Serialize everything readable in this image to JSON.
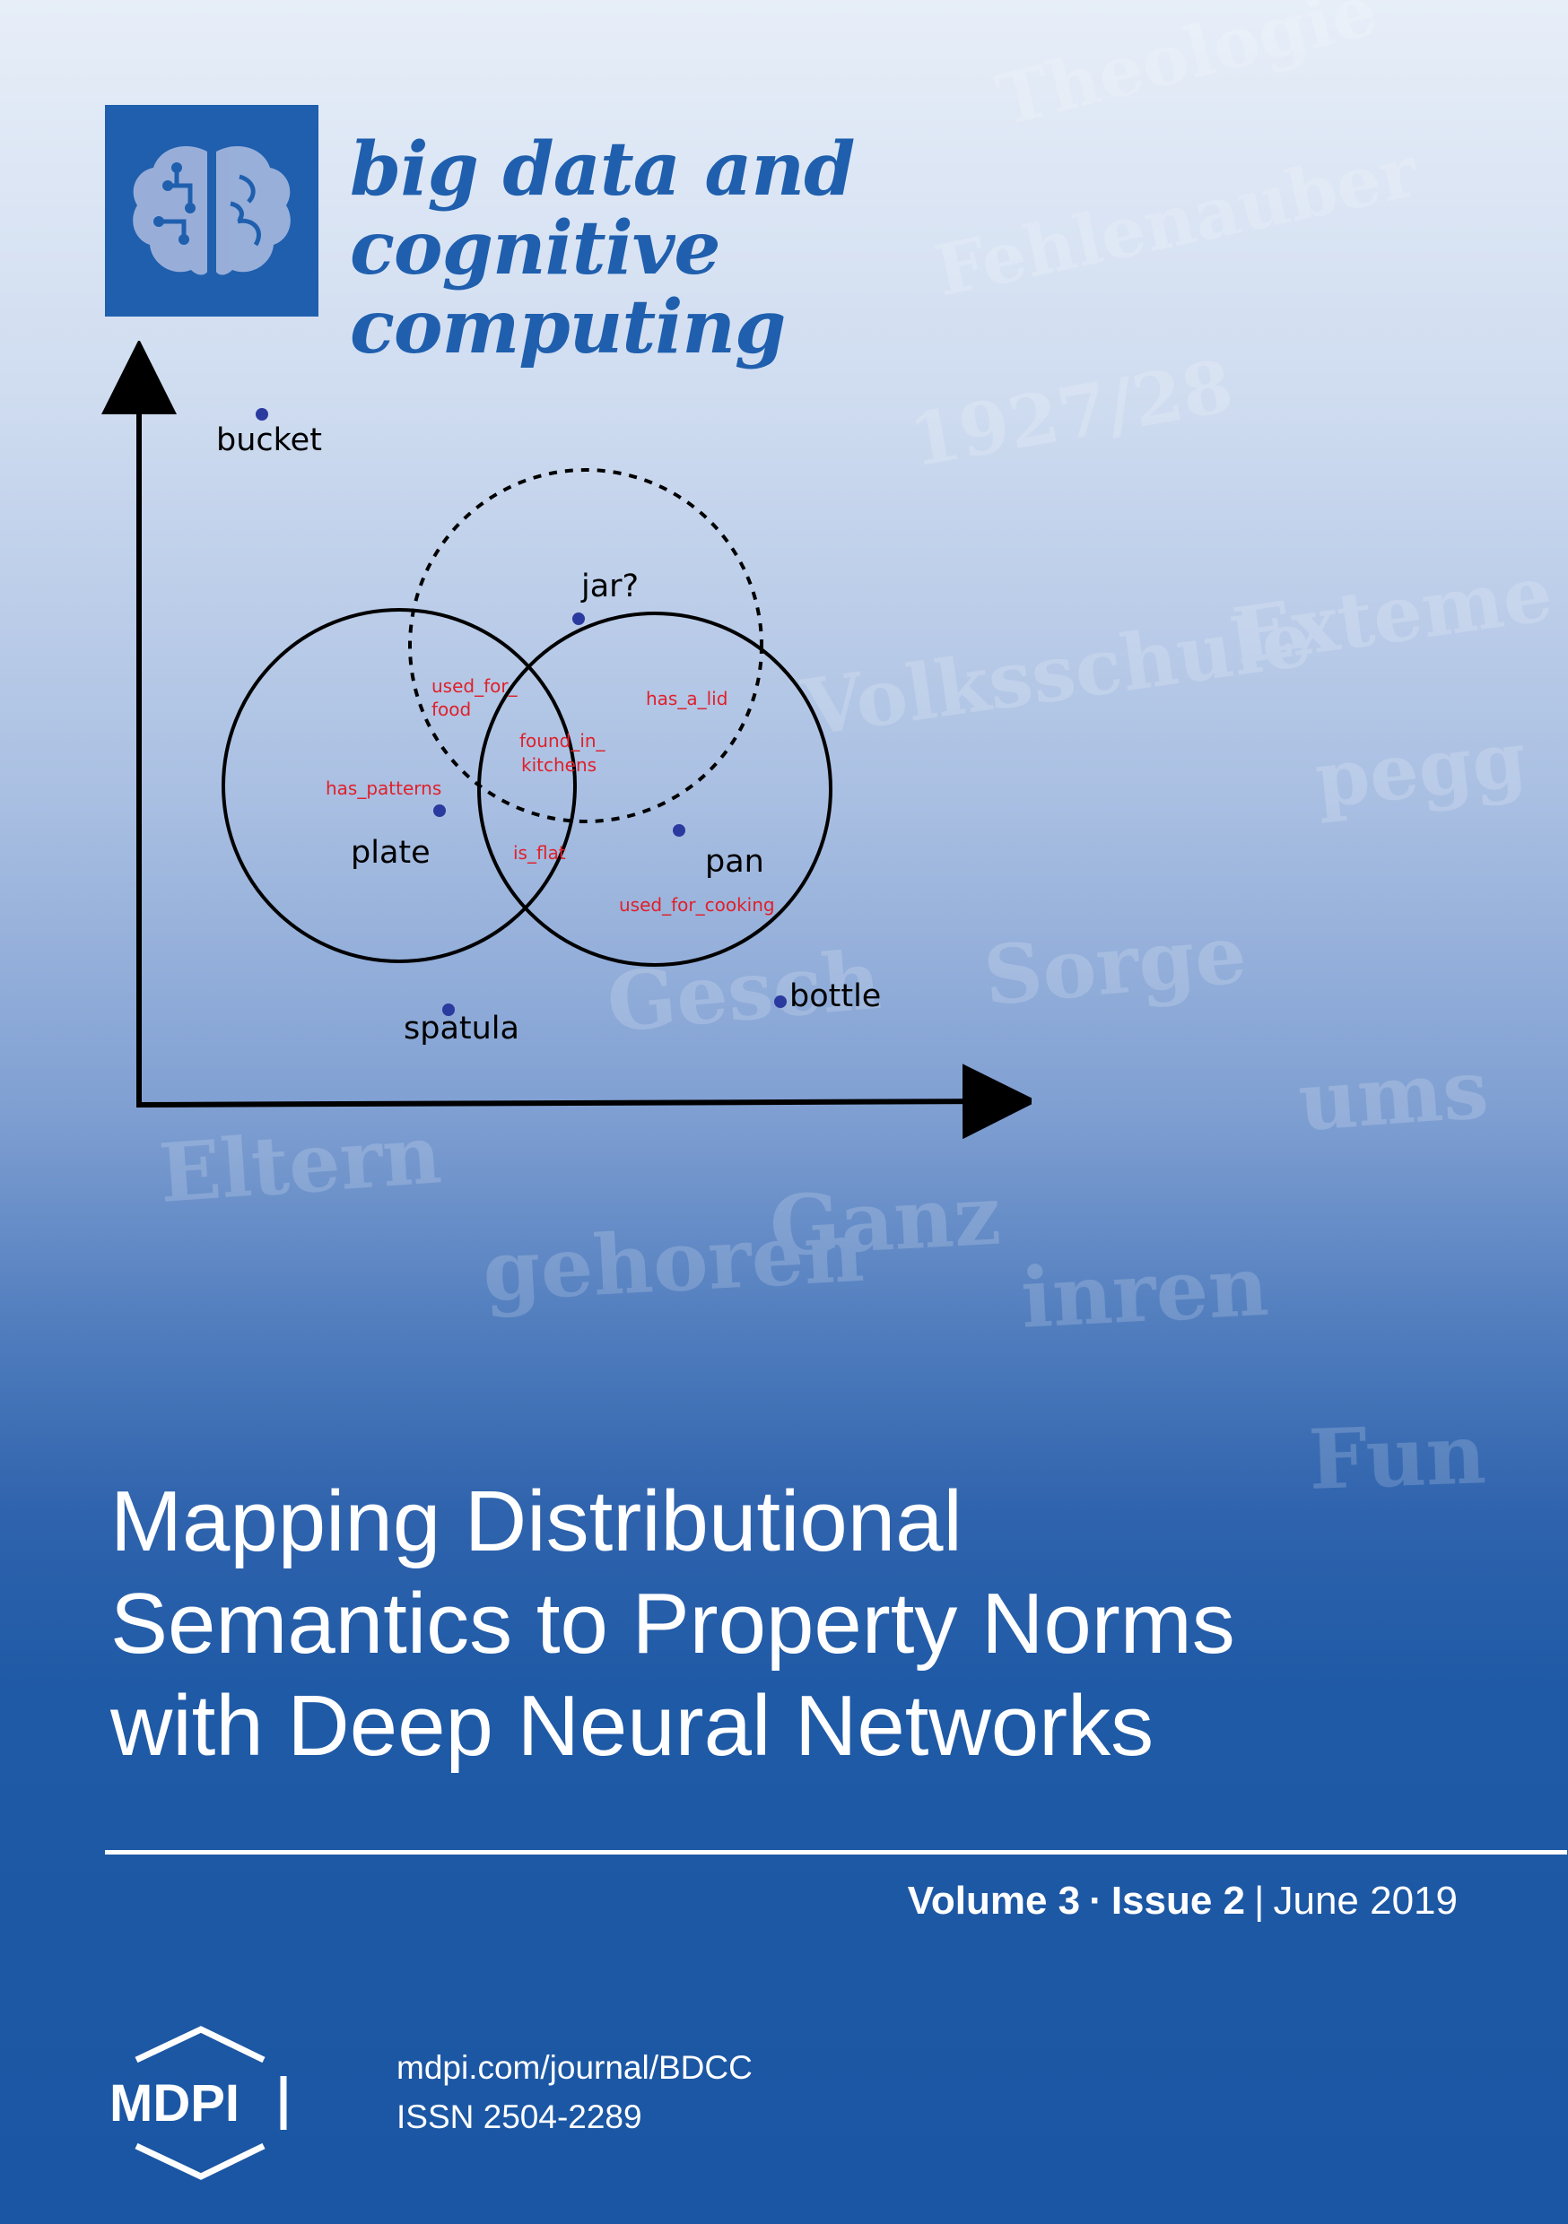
{
  "journal": {
    "name_line1": "big data and",
    "name_line2": "cognitive computing",
    "logo_icon": "brain-circuit-icon"
  },
  "diagram": {
    "words": [
      "bucket",
      "jar?",
      "plate",
      "pan",
      "bottle",
      "spatula"
    ],
    "properties": [
      "used_for_food",
      "has_a_lid",
      "found_in_kitchens",
      "has_patterns",
      "is_flat",
      "used_for_cooking"
    ],
    "labels": {
      "bucket": "bucket",
      "jar": "jar?",
      "plate": "plate",
      "pan": "pan",
      "bottle": "bottle",
      "spatula": "spatula",
      "used_for_food_1": "used_for_",
      "used_for_food_2": "food",
      "has_a_lid": "has_a_lid",
      "found_in_kitchens_1": "found_in_",
      "found_in_kitchens_2": "kitchens",
      "has_patterns": "has_patterns",
      "is_flat": "is_flat",
      "used_for_cooking": "used_for_cooking"
    },
    "colors": {
      "property": "#e0202a",
      "point": "#2b3a9e",
      "axis": "#000000"
    }
  },
  "title": {
    "line1": "Mapping Distributional",
    "line2": "Semantics to Property Norms",
    "line3": "with Deep Neural Networks"
  },
  "issue": {
    "volume": "Volume 3",
    "issue": "Issue 2",
    "date": "June 2019"
  },
  "publisher": {
    "logo_text": "MDPI",
    "url": "mdpi.com/journal/BDCC",
    "issn": "ISSN 2504-2289"
  },
  "background_type_words": [
    "Theologie",
    "Fehlenauber",
    "1927/28",
    "Volksschule",
    "Exteme",
    "pegg",
    "Gesch",
    "Sorge",
    "ums",
    "Eltern",
    "gehoren",
    "inren",
    "Ganz",
    "Fun"
  ],
  "colors": {
    "brand_blue": "#1f5fae",
    "text_on_dark": "#ffffff"
  }
}
